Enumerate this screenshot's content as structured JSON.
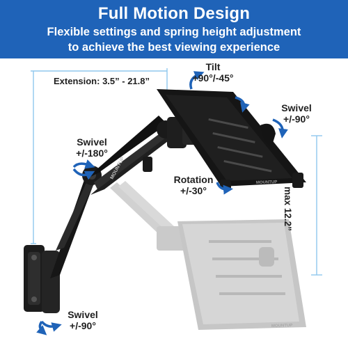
{
  "banner": {
    "title": "Full Motion Design",
    "subtitle_line1": "Flexible settings and spring height adjustment",
    "subtitle_line2": "to achieve the best viewing experience"
  },
  "labels": {
    "extension": "Extension: 3.5” - 21.8”",
    "tilt_title": "Tilt",
    "tilt_value": "+90°/-45°",
    "swivel_tray_title": "Swivel",
    "swivel_tray_value": "+/-90°",
    "swivel_arm_title": "Swivel",
    "swivel_arm_value": "+/-180°",
    "rotation_title": "Rotation",
    "rotation_value": "+/-30°",
    "height": "max 12.2”",
    "swivel_base_title": "Swivel",
    "swivel_base_value": "+/-90°"
  },
  "brand_marks": [
    "MOUNTUP",
    "MOUNTUP",
    "MOUNTUP"
  ],
  "colors": {
    "banner": "#1f63b8",
    "arrow": "#1f63b8",
    "dimension_line": "#8fc7ee",
    "product": "#1c1c1c",
    "ghost": "#c8c8c8"
  },
  "icons": [
    "curved-arrow-icon",
    "dimension-line-icon"
  ]
}
